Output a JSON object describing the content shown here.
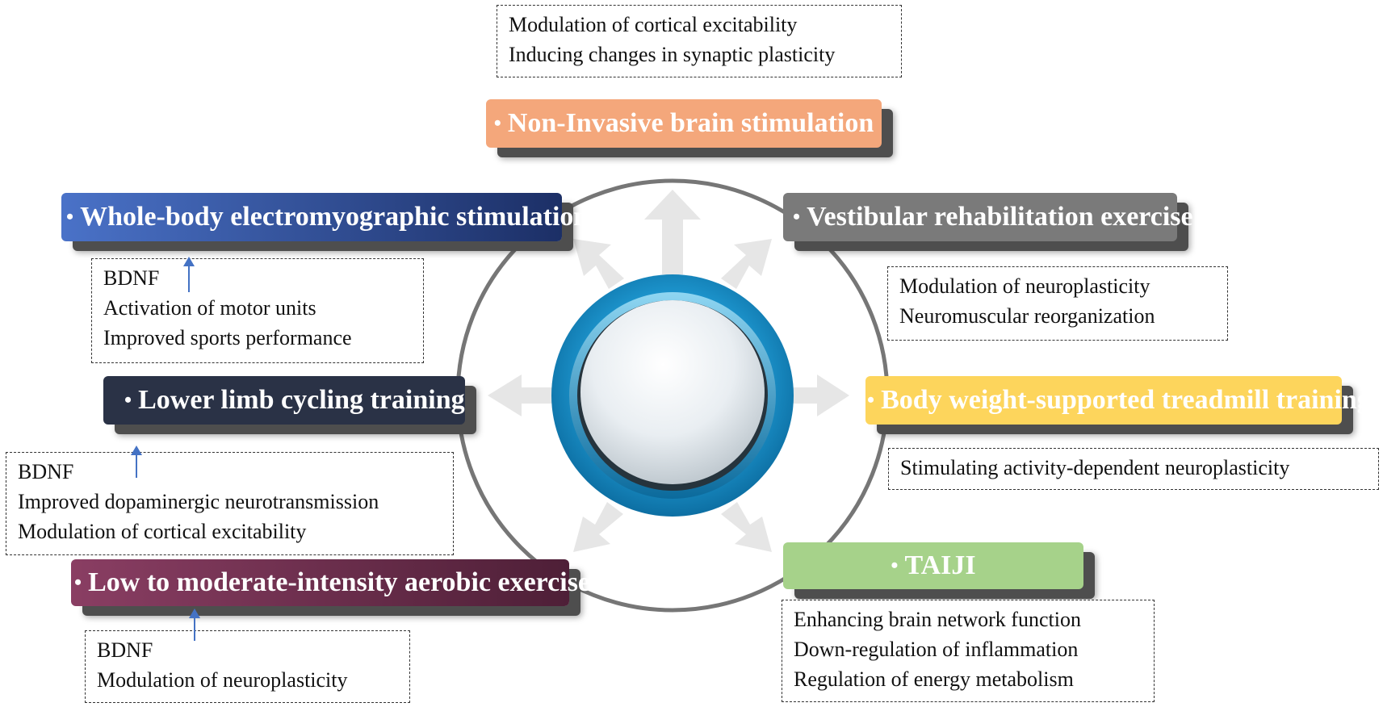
{
  "labels": {
    "non_invasive": "Non-Invasive brain stimulation",
    "whole_body": "Whole-body electromyographic stimulation",
    "vestibular": "Vestibular rehabilitation exercise",
    "lower_limb": "Lower limb cycling training",
    "treadmill": "Body weight-supported treadmill training",
    "taiji": "TAIJI",
    "aerobic": "Low to moderate-intensity aerobic exercise",
    "bullet": "•"
  },
  "boxes": {
    "non_invasive": [
      "Modulation of cortical excitability",
      "Inducing changes in synaptic plasticity"
    ],
    "whole_body": [
      "BDNF",
      "Activation of motor units",
      "Improved sports performance"
    ],
    "vestibular": [
      "Modulation of neuroplasticity",
      "Neuromuscular reorganization"
    ],
    "lower_limb": [
      "BDNF",
      "Improved dopaminergic neurotransmission",
      "Modulation of cortical excitability"
    ],
    "treadmill": [
      "Stimulating activity-dependent neuroplasticity"
    ],
    "taiji": [
      "Enhancing brain network function",
      "Down-regulation of inflammation",
      "Regulation of energy metabolism"
    ],
    "aerobic": [
      "BDNF",
      "Modulation of neuroplasticity"
    ]
  },
  "colors": {
    "non_invasive": "#f4a77b",
    "whole_body": "#2e4fa0",
    "vestibular": "#7a7a7a",
    "lower_limb": "#2a3246",
    "treadmill": "#fdd55c",
    "taiji": "#a6d28a",
    "aerobic": "#6e2f4e",
    "bdnf_arrow": "#4472c4",
    "center_ring": "#1f8fc4"
  }
}
